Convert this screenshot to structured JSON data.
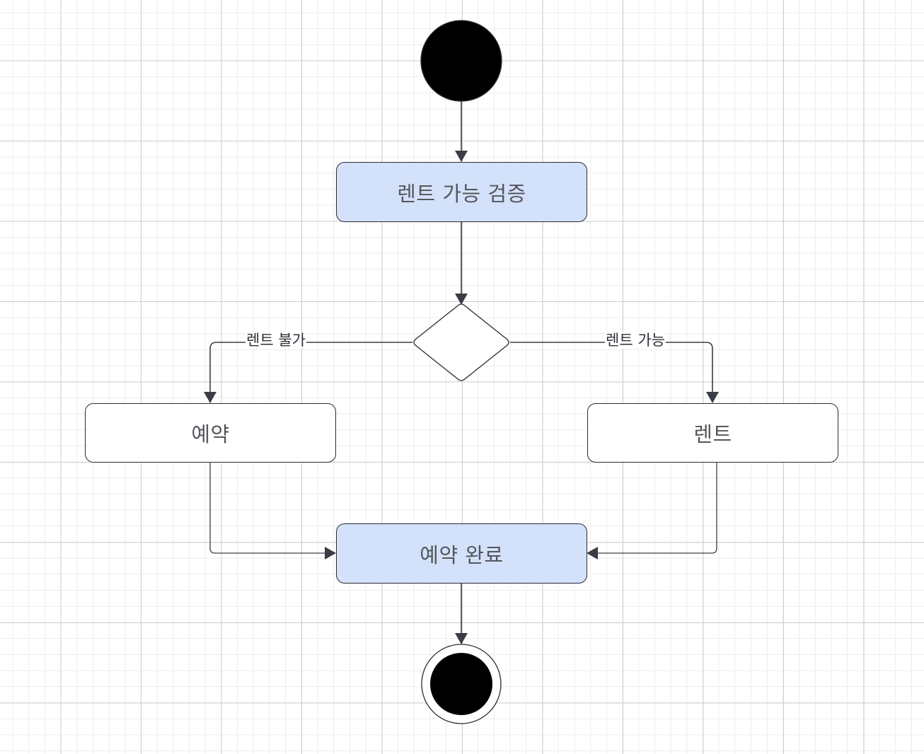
{
  "diagram": {
    "type": "uml-activity",
    "nodes": {
      "start": {
        "kind": "initial"
      },
      "check": {
        "kind": "action",
        "label": "렌트 가능 검증"
      },
      "decision": {
        "kind": "decision"
      },
      "reserve": {
        "kind": "action",
        "label": "예약"
      },
      "rent": {
        "kind": "action",
        "label": "렌트"
      },
      "complete": {
        "kind": "action",
        "label": "예약 완료"
      },
      "end": {
        "kind": "final"
      }
    },
    "edges": {
      "start_to_check": {
        "from": "start",
        "to": "check"
      },
      "check_to_decision": {
        "from": "check",
        "to": "decision"
      },
      "decision_to_reserve": {
        "from": "decision",
        "to": "reserve",
        "label": "렌트 불가"
      },
      "decision_to_rent": {
        "from": "decision",
        "to": "rent",
        "label": "렌트 가능"
      },
      "reserve_to_complete": {
        "from": "reserve",
        "to": "complete"
      },
      "rent_to_complete": {
        "from": "rent",
        "to": "complete"
      },
      "complete_to_end": {
        "from": "complete",
        "to": "end"
      }
    },
    "colors": {
      "highlight_fill": "#d3e2fa",
      "node_fill": "#ffffff",
      "stroke": "#2b2b33",
      "connector": "#3a3d45",
      "node_text": "#55565c",
      "edge_text": "#2e2f36"
    }
  }
}
